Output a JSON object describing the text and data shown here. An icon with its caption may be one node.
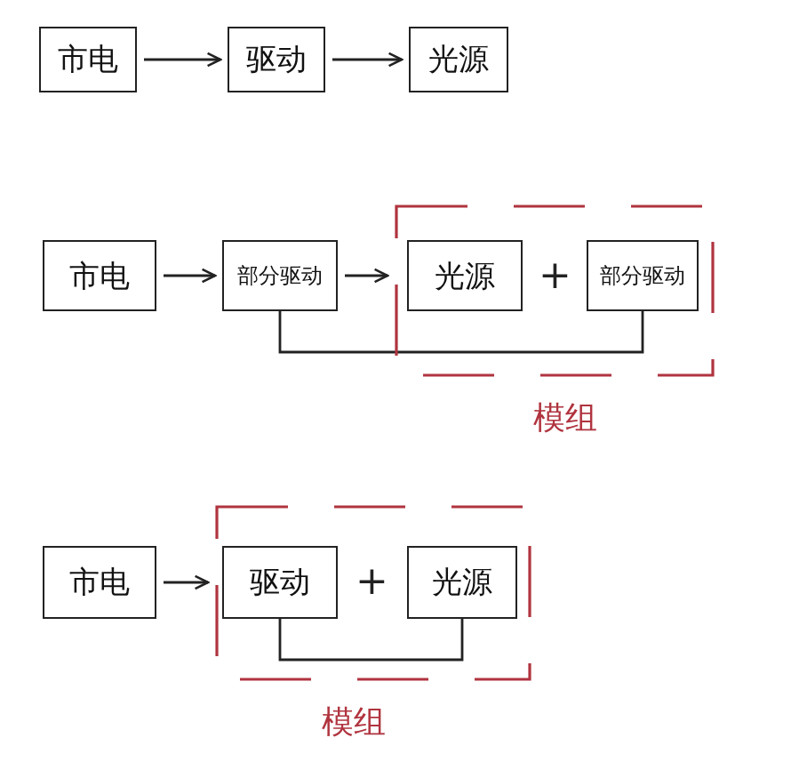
{
  "diagram": {
    "nodes": [
      {
        "text": [
          "市电"
        ]
      },
      {
        "text": [
          "驱动"
        ]
      },
      {
        "text": [
          "光源"
        ]
      },
      {
        "text": [
          "市电"
        ]
      },
      {
        "text": [
          "部分驱动"
        ]
      },
      {
        "text": [
          "模组"
        ]
      },
      {
        "text": [
          "光源"
        ],
        "in": 5
      },
      {
        "text": [
          "部分驱动"
        ],
        "in": 5
      },
      {
        "text": [
          "市电"
        ]
      },
      {
        "text": [
          "模组"
        ]
      },
      {
        "text": [
          "驱动"
        ],
        "in": 9
      },
      {
        "text": [
          "光源"
        ],
        "in": 9
      }
    ],
    "edges": [
      {
        "from": 0,
        "to": 1,
        "arrow": "to"
      },
      {
        "from": 1,
        "to": 2,
        "arrow": "to"
      },
      {
        "from": 3,
        "to": 4,
        "arrow": "to"
      },
      {
        "from": 4,
        "to": 5,
        "arrow": "to"
      },
      {
        "from": 4,
        "to": 7,
        "arrow": "none"
      },
      {
        "from": 8,
        "to": 9,
        "arrow": "to"
      },
      {
        "from": 10,
        "to": 11,
        "arrow": "none"
      }
    ],
    "labels": [
      "+",
      "+"
    ]
  }
}
